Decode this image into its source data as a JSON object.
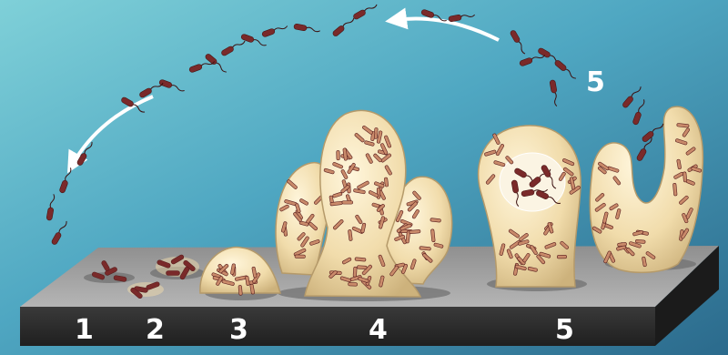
{
  "diagram": {
    "stages": [
      {
        "label": "1"
      },
      {
        "label": "2"
      },
      {
        "label": "3"
      },
      {
        "label": "4"
      },
      {
        "label": "5"
      }
    ],
    "dispersal_label": "5"
  },
  "colors": {
    "background_top": "#5bb3c8",
    "background_bottom": "#2d6f8a",
    "slab_top": "#9a9a9a",
    "slab_front": "#2e2e2e",
    "matrix": "#f3dfb0",
    "matrix_edge": "#b59a6a",
    "bacterium": "#7a2a2a",
    "arrow": "#ffffff"
  }
}
